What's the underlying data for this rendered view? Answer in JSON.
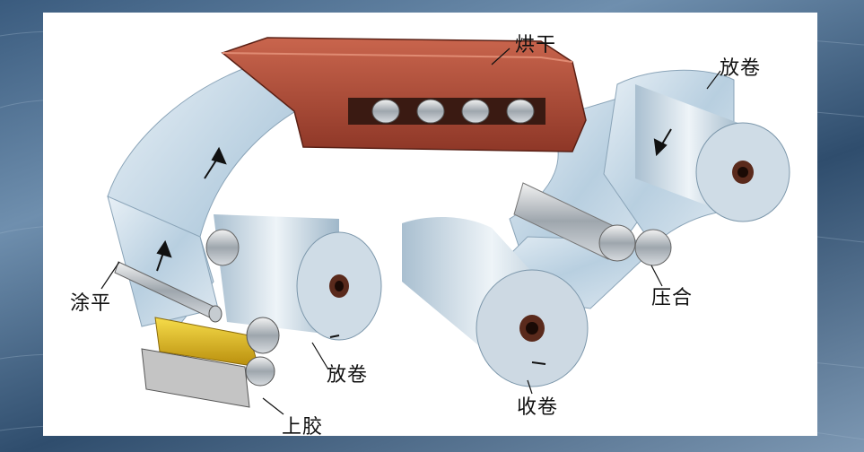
{
  "labels": {
    "dryer": "烘干",
    "unwind_top": "放卷",
    "smoothing": "涂平",
    "unwind_bottom": "放卷",
    "glue": "上胶",
    "press": "压合",
    "rewind": "收卷"
  },
  "colors": {
    "background_water": "#4a6a8c",
    "panel": "#ffffff",
    "dryer_hood": "#b3503a",
    "film": "#c9dcea",
    "roller_metal": "#cfd6dc",
    "glue": "#e8c11c"
  }
}
